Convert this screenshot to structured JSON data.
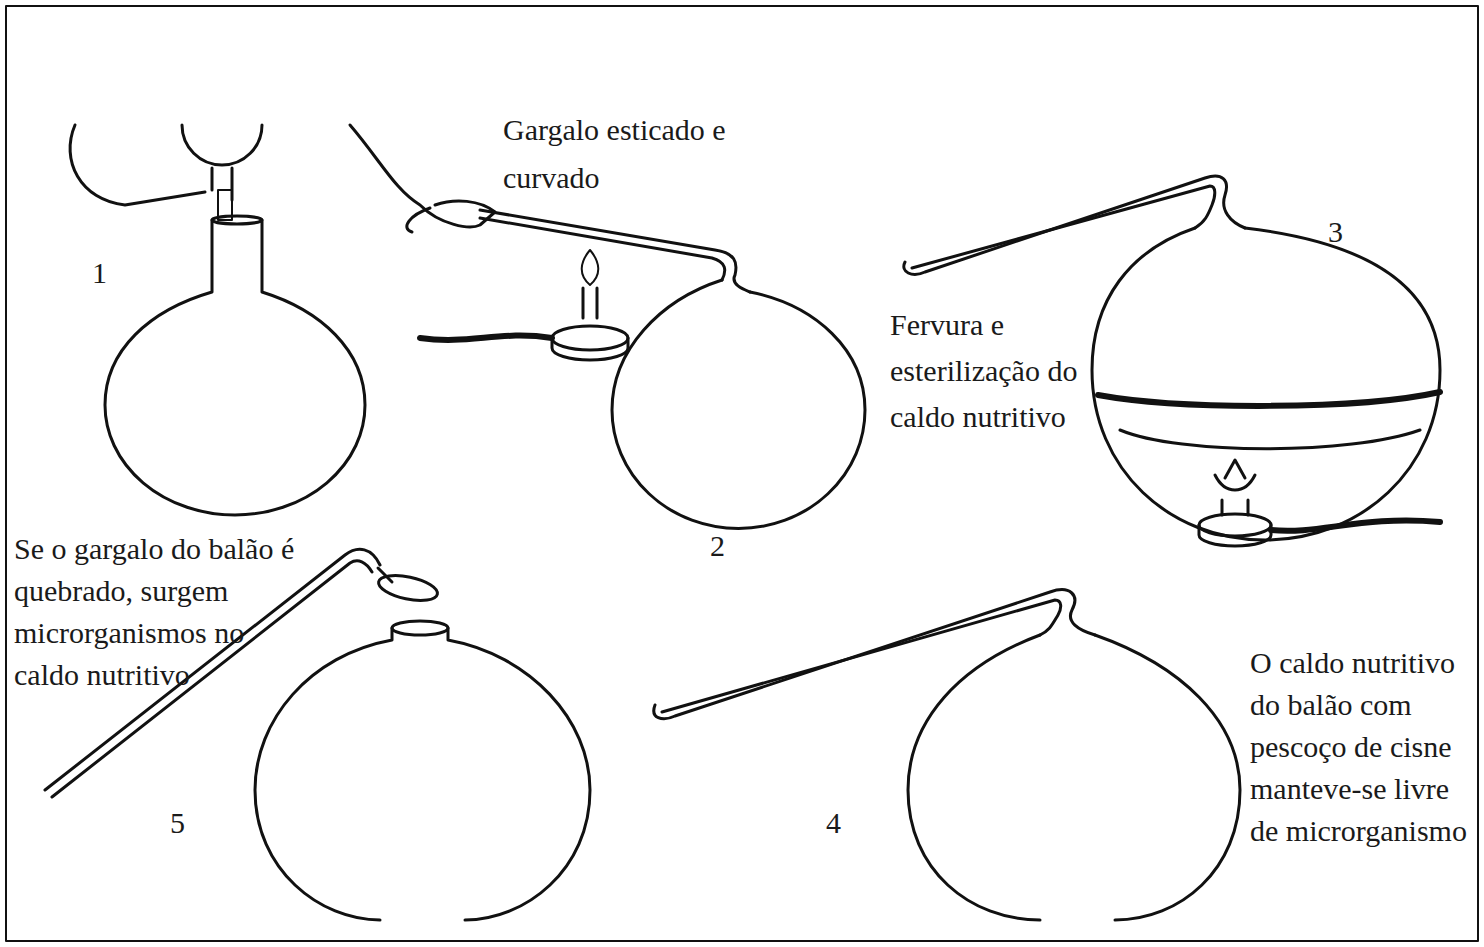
{
  "diagram": {
    "labels": [
      "Gargalo esticado e curvado",
      "1",
      "2",
      "3",
      "Fervura e esterilização do caldo nutritivo",
      "Se o gargalo do balão é quebrado, surgem microrganismos no caldo nutritivo",
      "5",
      "4",
      "O caldo nutritivo do balão com pescoço de cisne manteve-se livre de microrganismo"
    ]
  }
}
